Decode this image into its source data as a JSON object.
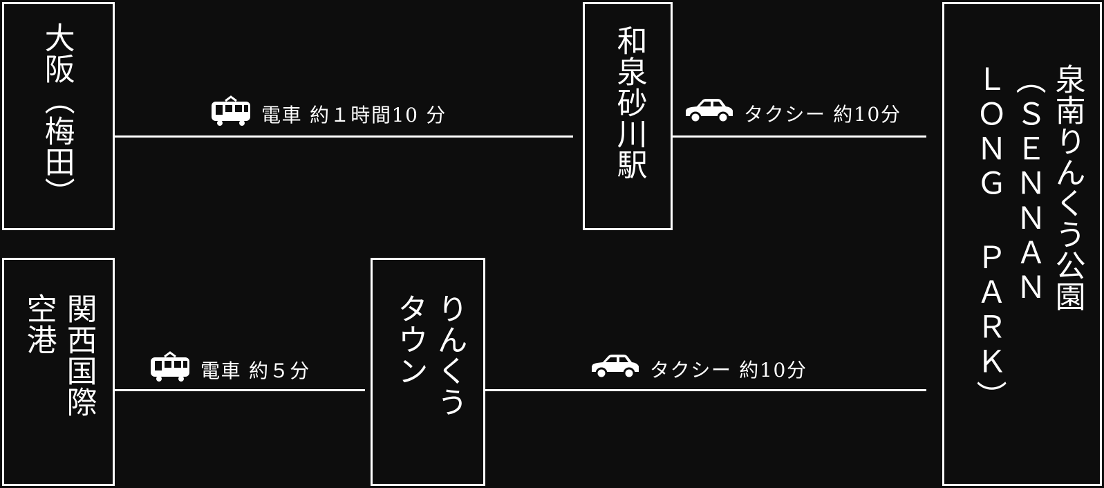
{
  "stations": {
    "osaka": "大阪（梅田）",
    "izumi_sunagawa": "和泉砂川駅",
    "kansai_airport_line1": "関西国際",
    "kansai_airport_line2": "空港",
    "rinku_town_line1": "りんくう",
    "rinku_town_line2": "タウン",
    "park_line1": "泉南りんくう公園",
    "park_line2": "（ＳＥＮＮＡＮ",
    "park_line3": "ＬＯＮＧ ＰＡＲＫ）"
  },
  "routes": {
    "osaka_to_sunagawa": "電車 約１時間10 分",
    "sunagawa_to_park": "タクシー 約10分",
    "airport_to_rinku": "電車 約５分",
    "rinku_to_park": "タクシー 約10分"
  },
  "icons": {
    "train": "train-icon",
    "taxi": "car-icon"
  },
  "colors": {
    "background": "#0d0d0d",
    "foreground": "#ffffff"
  }
}
